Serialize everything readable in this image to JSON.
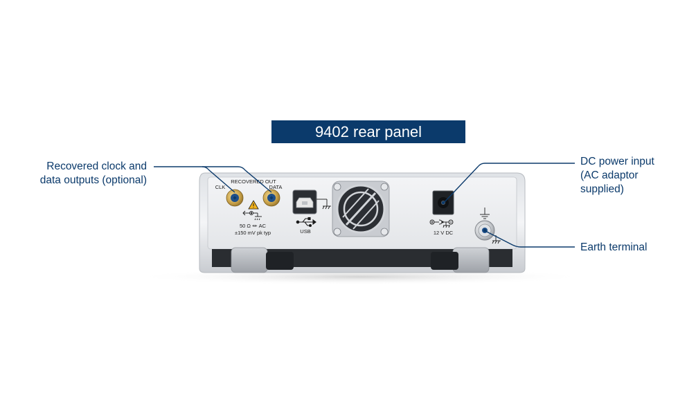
{
  "title": "9402 rear panel",
  "callouts": {
    "recovered": {
      "line1": "Recovered clock and",
      "line2": "data outputs (optional)"
    },
    "dc_power": {
      "line1": "DC power input",
      "line2": "(AC adaptor",
      "line3": "supplied)"
    },
    "earth": {
      "label": "Earth terminal"
    }
  },
  "panel_labels": {
    "recovered_out": "RECOVERED OUT",
    "clock": "CLK",
    "data": "DATA",
    "impedance": "50 Ω ⏛ AC",
    "level": "±150 mV pk typ",
    "usb": "USB",
    "dc_rating": "12 V DC"
  },
  "colors": {
    "brand_blue": "#0b3a6b",
    "panel_face": "#eef0f2",
    "connector_gold": "#c9a24a"
  },
  "icons": [
    "warning-icon",
    "usb-icon",
    "fan-grille-icon",
    "earth-ground-icon",
    "chassis-ground-icon",
    "dc-polarity-icon"
  ]
}
